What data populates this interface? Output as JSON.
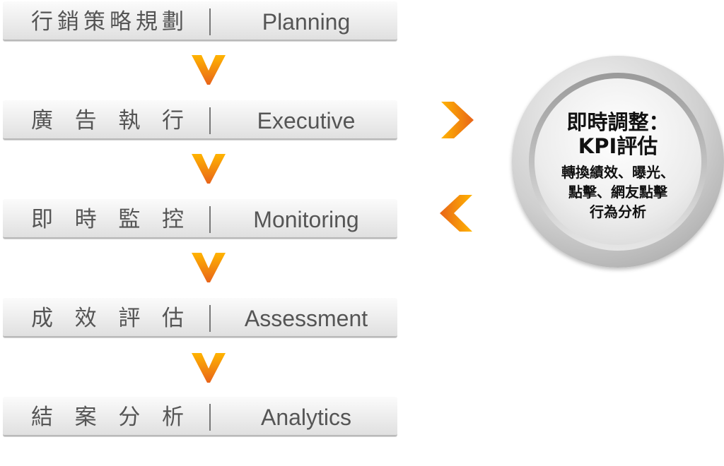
{
  "steps": [
    {
      "zh": "行銷策略規劃",
      "en": "Planning"
    },
    {
      "zh": "廣告執行",
      "en": "Executive"
    },
    {
      "zh": "即時監控",
      "en": "Monitoring"
    },
    {
      "zh": "成效評估",
      "en": "Assessment"
    },
    {
      "zh": "結案分析",
      "en": "Analytics"
    }
  ],
  "kpi": {
    "title_line1": "即時調整：",
    "title_line2": "KPI評估",
    "detail_line1": "轉換績效、曝光、",
    "detail_line2": "點擊、網友點擊",
    "detail_line3": "行為分析"
  },
  "colors": {
    "arrow_light": "#ffb400",
    "arrow_dark": "#e8641a"
  },
  "icons": {
    "down": "chevron-down-icon",
    "right": "chevron-right-icon",
    "left": "chevron-left-icon"
  }
}
